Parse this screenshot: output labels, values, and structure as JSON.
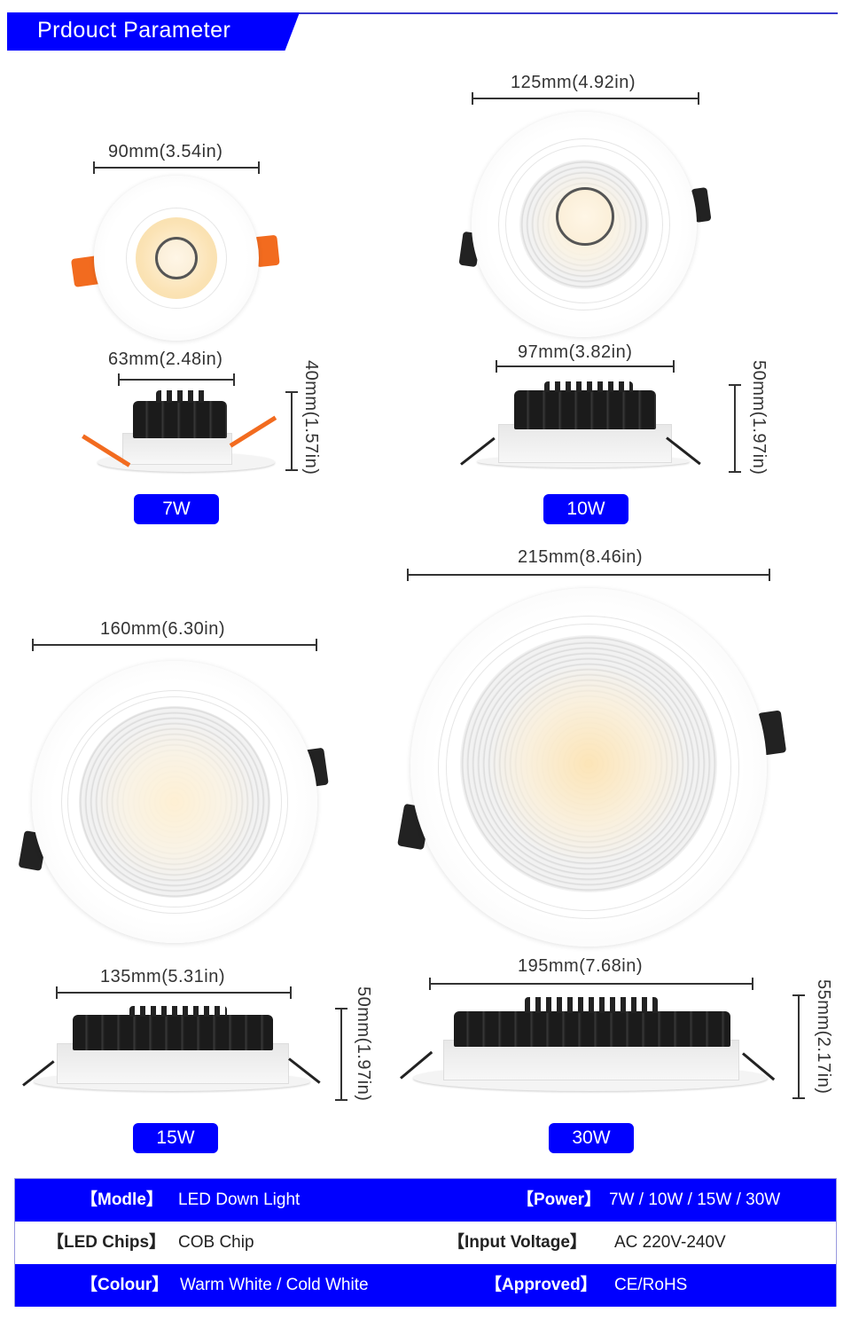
{
  "header": {
    "title": "Prdouct Parameter"
  },
  "products": [
    {
      "wattage": "7W",
      "front_diameter": "90mm(3.54in)",
      "cutout_diameter": "63mm(2.48in)",
      "height": "40mm(1.57in)",
      "clip_color": "orange"
    },
    {
      "wattage": "10W",
      "front_diameter": "125mm(4.92in)",
      "cutout_diameter": "97mm(3.82in)",
      "height": "50mm(1.97in)",
      "clip_color": "black"
    },
    {
      "wattage": "15W",
      "front_diameter": "160mm(6.30in)",
      "cutout_diameter": "135mm(5.31in)",
      "height": "50mm(1.97in)",
      "clip_color": "black"
    },
    {
      "wattage": "30W",
      "front_diameter": "215mm(8.46in)",
      "cutout_diameter": "195mm(7.68in)",
      "height": "55mm(2.17in)",
      "clip_color": "black"
    }
  ],
  "specs": {
    "rows": [
      {
        "left_key": "【Modle】",
        "left_value": "LED Down Light",
        "right_key": "【Power】",
        "right_value": "7W / 10W / 15W / 30W"
      },
      {
        "left_key": "【LED Chips】",
        "left_value": "COB Chip",
        "right_key": "【Input Voltage】",
        "right_value": "AC 220V-240V"
      },
      {
        "left_key": "【Colour】",
        "left_value": "Warm White / Cold White",
        "right_key": "【Approved】",
        "right_value": "CE/RoHS"
      }
    ]
  },
  "colors": {
    "brand_blue": "#0000ff",
    "header_line": "#3a3acc",
    "clip_orange": "#f26b1f"
  }
}
